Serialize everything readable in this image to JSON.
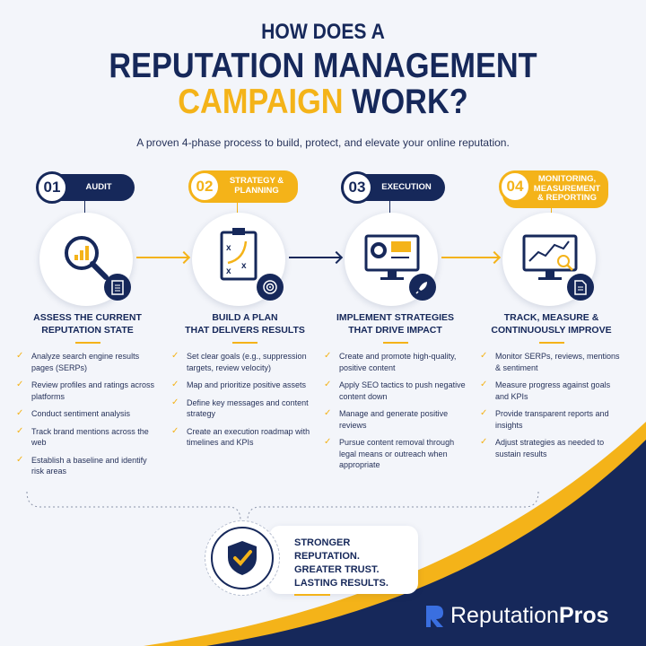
{
  "header": {
    "line1": "HOW DOES A",
    "line2": "REPUTATION MANAGEMENT",
    "line3_highlight": "CAMPAIGN",
    "line3_rest": " WORK?",
    "subtitle": "A proven 4-phase process to build, protect, and elevate your online reputation."
  },
  "colors": {
    "navy": "#16285a",
    "gold": "#f4b319",
    "background": "#f3f5fa"
  },
  "phases": [
    {
      "number": "01",
      "label": "AUDIT",
      "icon": "magnifier-chart-icon",
      "badge_icon": "checklist-icon",
      "heading1": "ASSESS THE CURRENT",
      "heading2": "REPUTATION STATE",
      "items": [
        "Analyze search engine results pages (SERPs)",
        "Review profiles and ratings across platforms",
        "Conduct sentiment analysis",
        "Track brand mentions across the web",
        "Establish a baseline and identify risk areas"
      ]
    },
    {
      "number": "02",
      "label": "STRATEGY & PLANNING",
      "icon": "clipboard-strategy-icon",
      "badge_icon": "target-icon",
      "heading1": "BUILD A PLAN",
      "heading2": "THAT DELIVERS RESULTS",
      "items": [
        "Set clear goals (e.g., suppression targets, review velocity)",
        "Map and prioritize positive assets",
        "Define key messages and content strategy",
        "Create an execution roadmap with timelines and KPIs"
      ]
    },
    {
      "number": "03",
      "label": "EXECUTION",
      "icon": "monitor-gear-icon",
      "badge_icon": "rocket-icon",
      "heading1": "IMPLEMENT STRATEGIES",
      "heading2": "THAT DRIVE IMPACT",
      "items": [
        "Create and promote high-quality, positive content",
        "Apply SEO tactics to push negative content down",
        "Manage and generate positive reviews",
        "Pursue content removal through legal means or outreach when appropriate"
      ]
    },
    {
      "number": "04",
      "label": "MONITORING, MEASUREMENT & REPORTING",
      "icon": "monitor-chart-icon",
      "badge_icon": "document-icon",
      "heading1": "TRACK, MEASURE &",
      "heading2": "CONTINUOUSLY IMPROVE",
      "items": [
        "Monitor SERPs, reviews, mentions & sentiment",
        "Measure progress against goals and KPIs",
        "Provide transparent reports and insights",
        "Adjust strategies as needed to sustain results"
      ]
    }
  ],
  "result": {
    "icon": "shield-check-icon",
    "lines": [
      "STRONGER REPUTATION.",
      "GREATER TRUST.",
      "LASTING RESULTS."
    ]
  },
  "brand": {
    "name_light": "Reputation",
    "name_bold": "Pros"
  }
}
